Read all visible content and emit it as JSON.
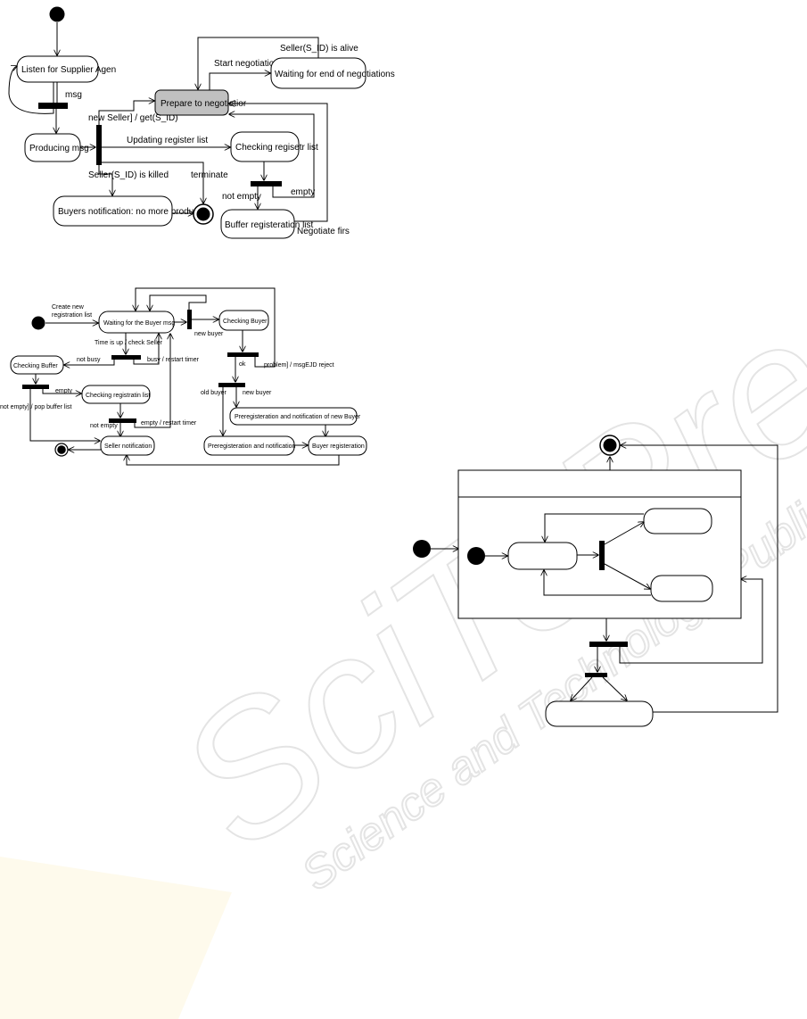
{
  "watermark": {
    "brand": "SciTePress",
    "tagline": "Science and Technology Publications"
  },
  "diagram1": {
    "listen": "Listen for Supplier Agen",
    "producing": "Producing msg",
    "prepare": "Prepare to negotiatior",
    "waiting_end": "Waiting for end of negotiations",
    "checking_register": "Checking regisetr list",
    "buyers_notification": "Buyers notification: no more product p",
    "buffer_list": "Buffer registeration list",
    "e_msg": "msg",
    "e_new_seller": "new Seller] / get(S_ID)",
    "e_seller_alive": "Seller(S_ID) is alive",
    "e_start": "Start negotiations",
    "e_updating": "Updating register list",
    "e_killed": "Seller(S_ID) is killed",
    "e_terminate": "terminate",
    "e_not_empty": "not empty",
    "e_empty": "empty",
    "e_negotiate": "Negotiate firs"
  },
  "diagram2": {
    "create": "Create new",
    "create2": "registration list",
    "waiting_buyer": "Waiting for the Buyer msg",
    "checking_buyer": "Checking Buyer",
    "checking_buffer": "Checking Buffer",
    "checking_reg": "Checking registratin list",
    "seller_notification": "Seller notification",
    "prereg_new": "Preregisteration and notification of new Buyer",
    "prereg": "Preregisteration and notification",
    "buyer_reg": "Buyer registeration",
    "e_time_up": "Time is up / check Seller",
    "e_new_buyer": "new buyer",
    "e_not_busy": "not busy",
    "e_busy": "busy / restart timer",
    "e_ok": "ok",
    "e_problem": "problem] / msgEJD reject",
    "e_old_buyer": "old buyer",
    "e_new_buyer2": "new buyer",
    "e_empty": "empty",
    "e_not_empty_pop": "not empty] / pop buffer list",
    "e_not_empty": "not empty",
    "e_empty_restart": "empty / restart timer"
  },
  "diagram3": {}
}
